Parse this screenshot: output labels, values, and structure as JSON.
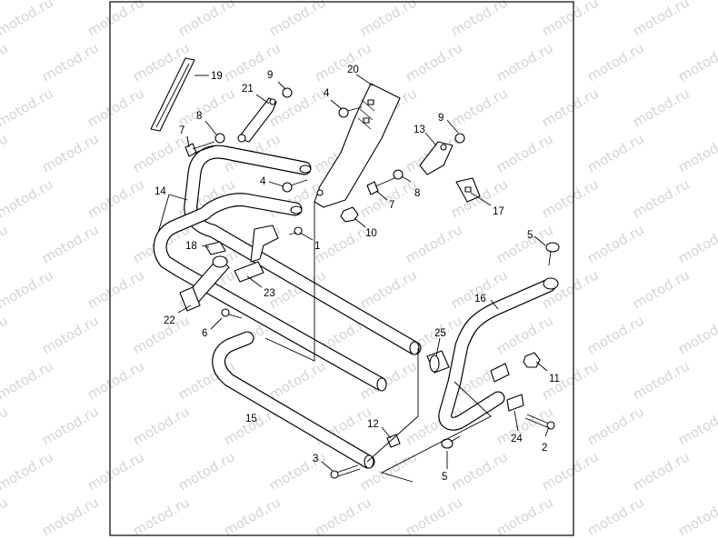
{
  "watermark": {
    "text": "motod.ru"
  },
  "diagram": {
    "callouts": [
      "1",
      "2",
      "3",
      "4",
      "4",
      "5",
      "5",
      "6",
      "7",
      "7",
      "8",
      "8",
      "9",
      "9",
      "10",
      "11",
      "12",
      "13",
      "14",
      "15",
      "16",
      "17",
      "18",
      "19",
      "20",
      "21",
      "22",
      "23",
      "24",
      "25"
    ]
  }
}
